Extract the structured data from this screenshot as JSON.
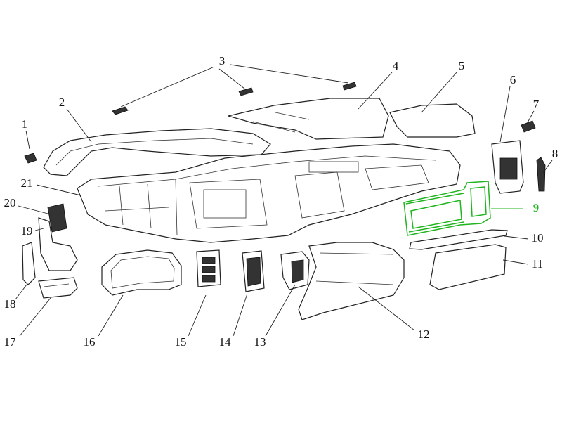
{
  "title_hidden": null,
  "callouts": [
    "1",
    "2",
    "3",
    "4",
    "5",
    "6",
    "7",
    "8",
    "9",
    "10",
    "11",
    "12",
    "13",
    "14",
    "15",
    "16",
    "17",
    "18",
    "19",
    "20",
    "21"
  ],
  "highlighted_callout": "9",
  "colors": {
    "line": "#222222",
    "highlight": "#1fb51f",
    "background": "#ffffff"
  }
}
